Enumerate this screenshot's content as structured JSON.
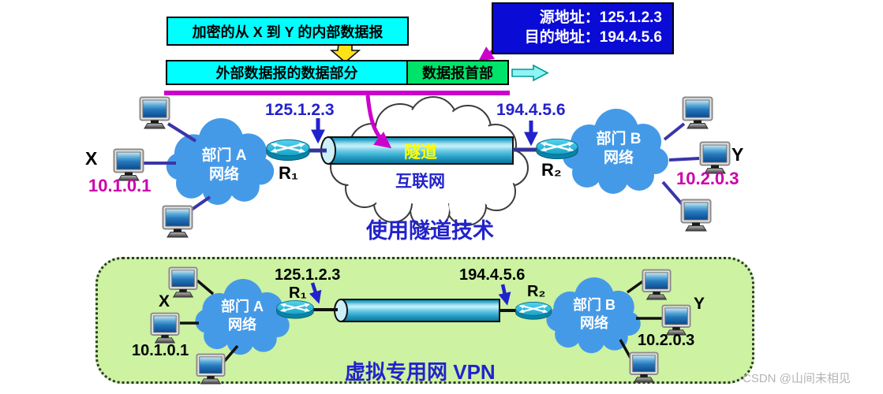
{
  "header": {
    "encrypted_box": "加密的从 X 到 Y 的内部数据报",
    "outer_data_part": "外部数据报的数据部分",
    "datagram_header": "数据报首部",
    "address_box": {
      "source": "源地址：125.1.2.3",
      "destination": "目的地址：194.4.5.6"
    }
  },
  "top_diagram": {
    "title": "使用隧道技术",
    "tunnel_label": "隧道",
    "internet_label": "互联网",
    "dept_a_line1": "部门 A",
    "dept_a_line2": "网络",
    "dept_b_line1": "部门 B",
    "dept_b_line2": "网络",
    "router1": "R₁",
    "router2": "R₂",
    "router1_addr": "125.1.2.3",
    "router2_addr": "194.4.5.6",
    "host_x": "X",
    "host_x_addr": "10.1.0.1",
    "host_y": "Y",
    "host_y_addr": "10.2.0.3"
  },
  "bottom_diagram": {
    "title": "虚拟专用网 VPN",
    "dept_a_line1": "部门 A",
    "dept_a_line2": "网络",
    "dept_b_line1": "部门 B",
    "dept_b_line2": "网络",
    "router1": "R₁",
    "router2": "R₂",
    "router1_addr": "125.1.2.3",
    "router2_addr": "194.4.5.6",
    "host_x": "X",
    "host_x_addr": "10.1.0.1",
    "host_y": "Y",
    "host_y_addr": "10.2.0.3"
  },
  "watermark": "CSDN @山间未相见",
  "colors": {
    "cyan_box": "#00ffff",
    "green_box": "#00e36a",
    "blue_address_box": "#0b0bd6",
    "magenta": "#cc00cc",
    "accent_blue": "#2222cc",
    "address_magenta": "#cc00aa",
    "cloud_blue": "#459ae8",
    "panel_green": "#ccf2a2",
    "tunnel_text_yellow": "#ffff00"
  }
}
